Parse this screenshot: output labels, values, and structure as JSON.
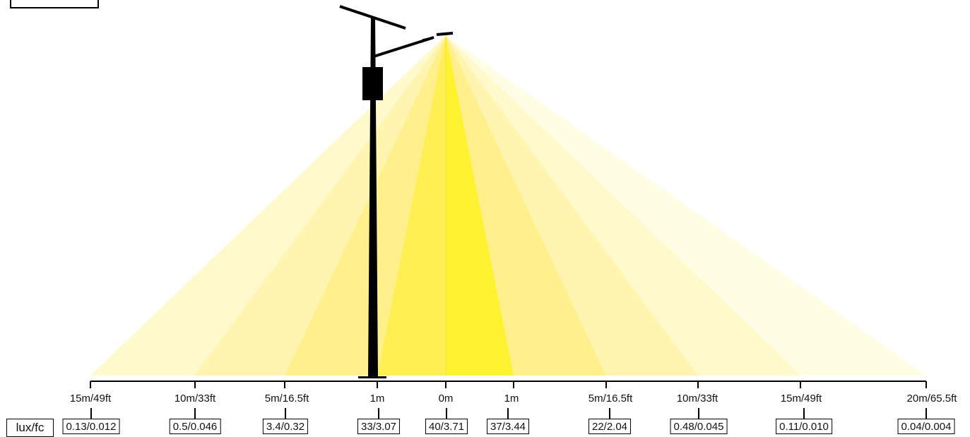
{
  "legend": {
    "unit_label": "lux/fc"
  },
  "colors": {
    "beam_bands": [
      "#fffde3",
      "#fff8c5",
      "#fff3a4",
      "#fff084",
      "#ffee58",
      "#fff330"
    ],
    "pole": "#000000",
    "axis": "#000000"
  },
  "measurements": [
    {
      "distance": "15m/49ft",
      "reading": "0.13/0.012"
    },
    {
      "distance": "10m/33ft",
      "reading": "0.5/0.046"
    },
    {
      "distance": "5m/16.5ft",
      "reading": "3.4/0.32"
    },
    {
      "distance": "1m",
      "reading": "33/3.07"
    },
    {
      "distance": "0m",
      "reading": "40/3.71"
    },
    {
      "distance": "1m",
      "reading": "37/3.44"
    },
    {
      "distance": "5m/16.5ft",
      "reading": "22/2.04"
    },
    {
      "distance": "10m/33ft",
      "reading": "0.48/0.045"
    },
    {
      "distance": "15m/49ft",
      "reading": "0.11/0.010"
    },
    {
      "distance": "20m/65.5ft",
      "reading": "0.04/0.004"
    }
  ]
}
